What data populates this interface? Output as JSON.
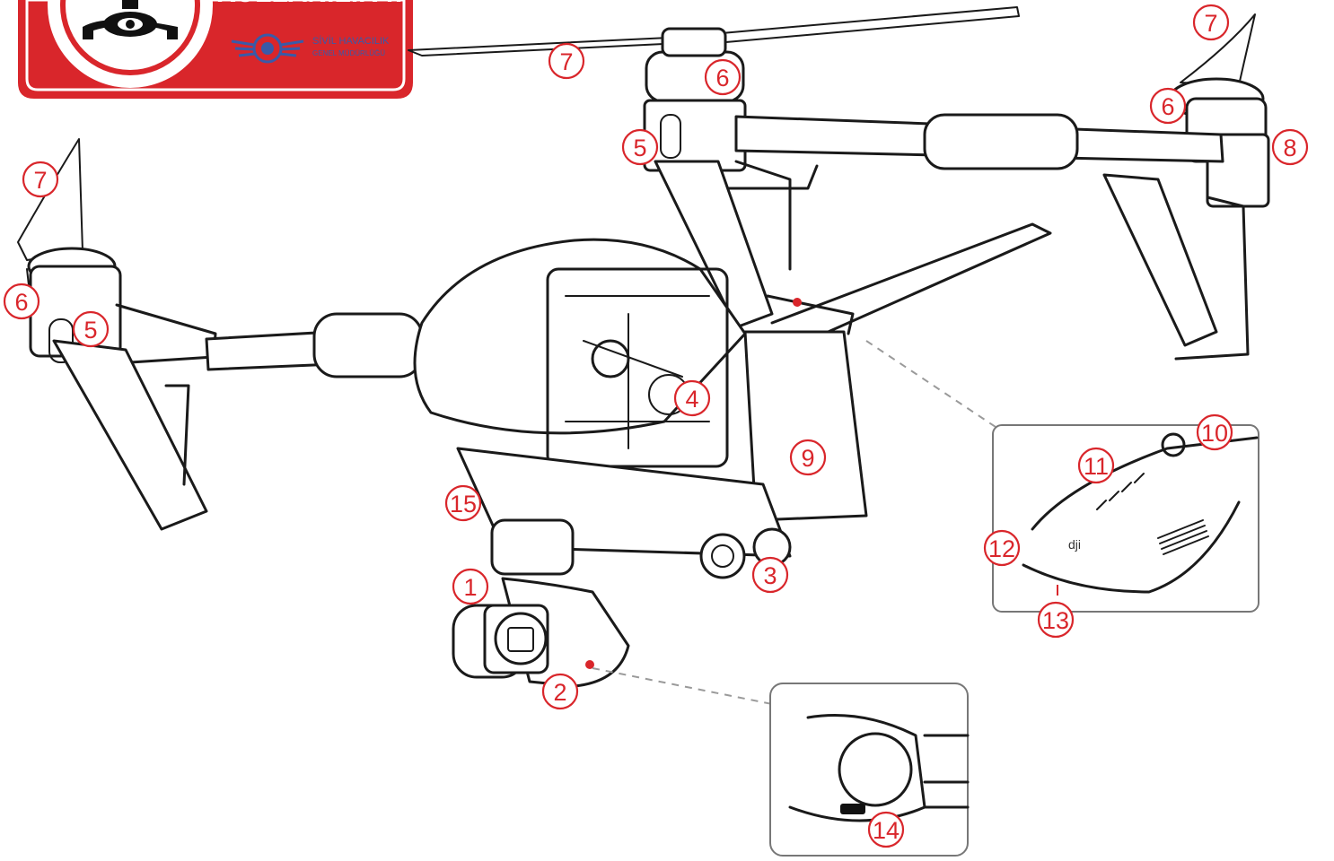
{
  "sign": {
    "text": "KULLANILIR !!",
    "authority_line1": "SİVİL HAVACILIK",
    "authority_line2": "GENEL MÜDÜRLÜĞÜ",
    "background_color": "#d9262b",
    "icon": "drone-camera-icon",
    "emblem": "shgm-wings-emblem-icon"
  },
  "callout_color": "#d9262b",
  "callouts": [
    {
      "id": "c1",
      "label": "1"
    },
    {
      "id": "c2",
      "label": "2"
    },
    {
      "id": "c3",
      "label": "3"
    },
    {
      "id": "c4",
      "label": "4"
    },
    {
      "id": "c5a",
      "label": "5"
    },
    {
      "id": "c5b",
      "label": "5"
    },
    {
      "id": "c6a",
      "label": "6"
    },
    {
      "id": "c6b",
      "label": "6"
    },
    {
      "id": "c6c",
      "label": "6"
    },
    {
      "id": "c7a",
      "label": "7"
    },
    {
      "id": "c7b",
      "label": "7"
    },
    {
      "id": "c7c",
      "label": "7"
    },
    {
      "id": "c8",
      "label": "8"
    },
    {
      "id": "c9",
      "label": "9"
    },
    {
      "id": "c10",
      "label": "10"
    },
    {
      "id": "c11",
      "label": "11"
    },
    {
      "id": "c12",
      "label": "12"
    },
    {
      "id": "c13",
      "label": "13"
    },
    {
      "id": "c14",
      "label": "14"
    },
    {
      "id": "c15",
      "label": "15"
    }
  ]
}
